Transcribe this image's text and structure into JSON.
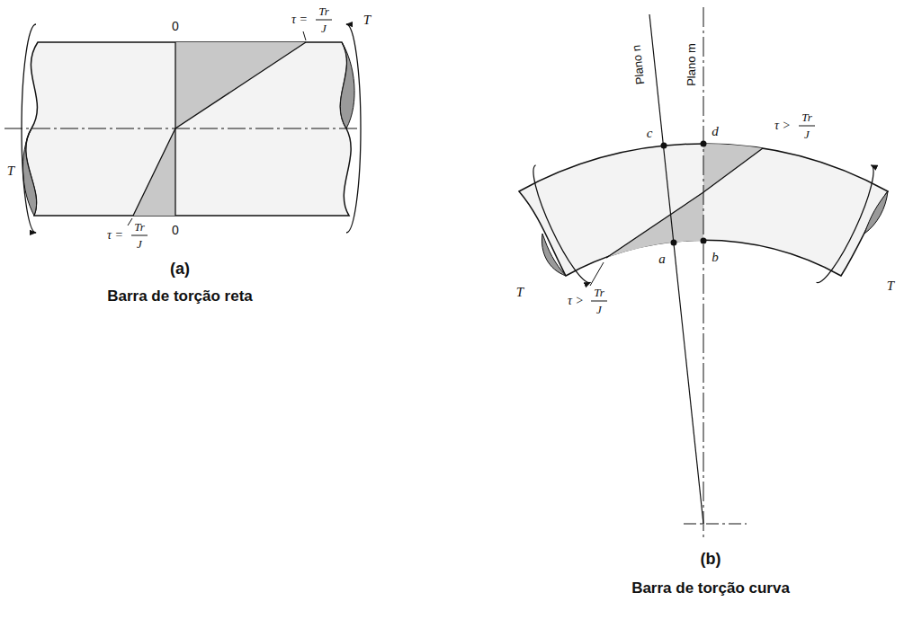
{
  "diagram": {
    "labels": [
      "0",
      "τ =",
      "Tr",
      "J",
      "T",
      "T",
      "0",
      "τ =",
      "Tr",
      "J",
      "(a)",
      "Barra de torção reta",
      "Plano n",
      "Plano m",
      "c",
      "d",
      "τ >",
      "Tr",
      "J",
      "T",
      "T",
      "a",
      "b",
      "τ >",
      "Tr",
      "J",
      "(b)",
      "Barra de torção curva"
    ]
  }
}
